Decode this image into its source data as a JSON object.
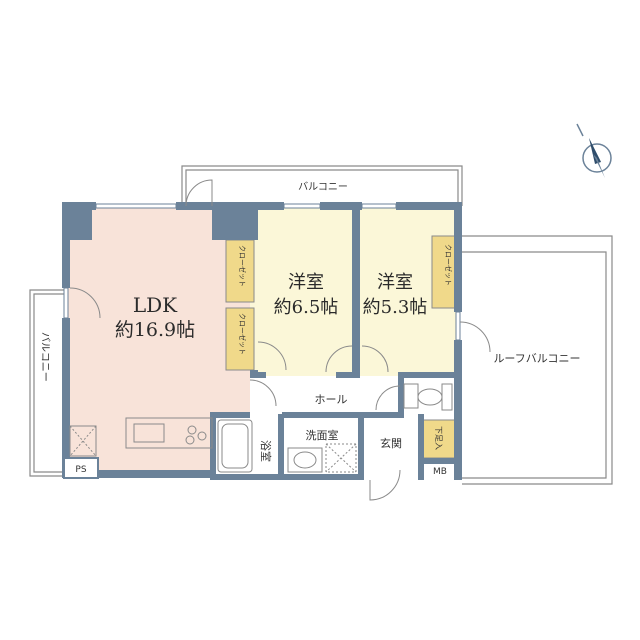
{
  "rooms": {
    "ldk": {
      "name": "LDK",
      "size": "約16.9帖",
      "color": "#f8e3d9"
    },
    "western1": {
      "name": "洋室",
      "size": "約6.5帖",
      "color": "#fbf7d8"
    },
    "western2": {
      "name": "洋室",
      "size": "約5.3帖",
      "color": "#fbf7d8"
    }
  },
  "labels": {
    "closet": "クローゼット",
    "balcony_top": "バルコニー",
    "balcony_left": "バルコニー",
    "roof_balcony": "ルーフバルコニー",
    "hall": "ホール",
    "bath": "浴室",
    "washroom": "洗面室",
    "entrance": "玄関",
    "shoe_box": "下足入",
    "ps": "PS",
    "mb": "MB"
  },
  "colors": {
    "wall": "#6b8299",
    "closet": "#f0d98a",
    "line": "#8a8a8a",
    "wet": "#ffffff"
  },
  "icons": {
    "compass": "north-compass-icon"
  }
}
